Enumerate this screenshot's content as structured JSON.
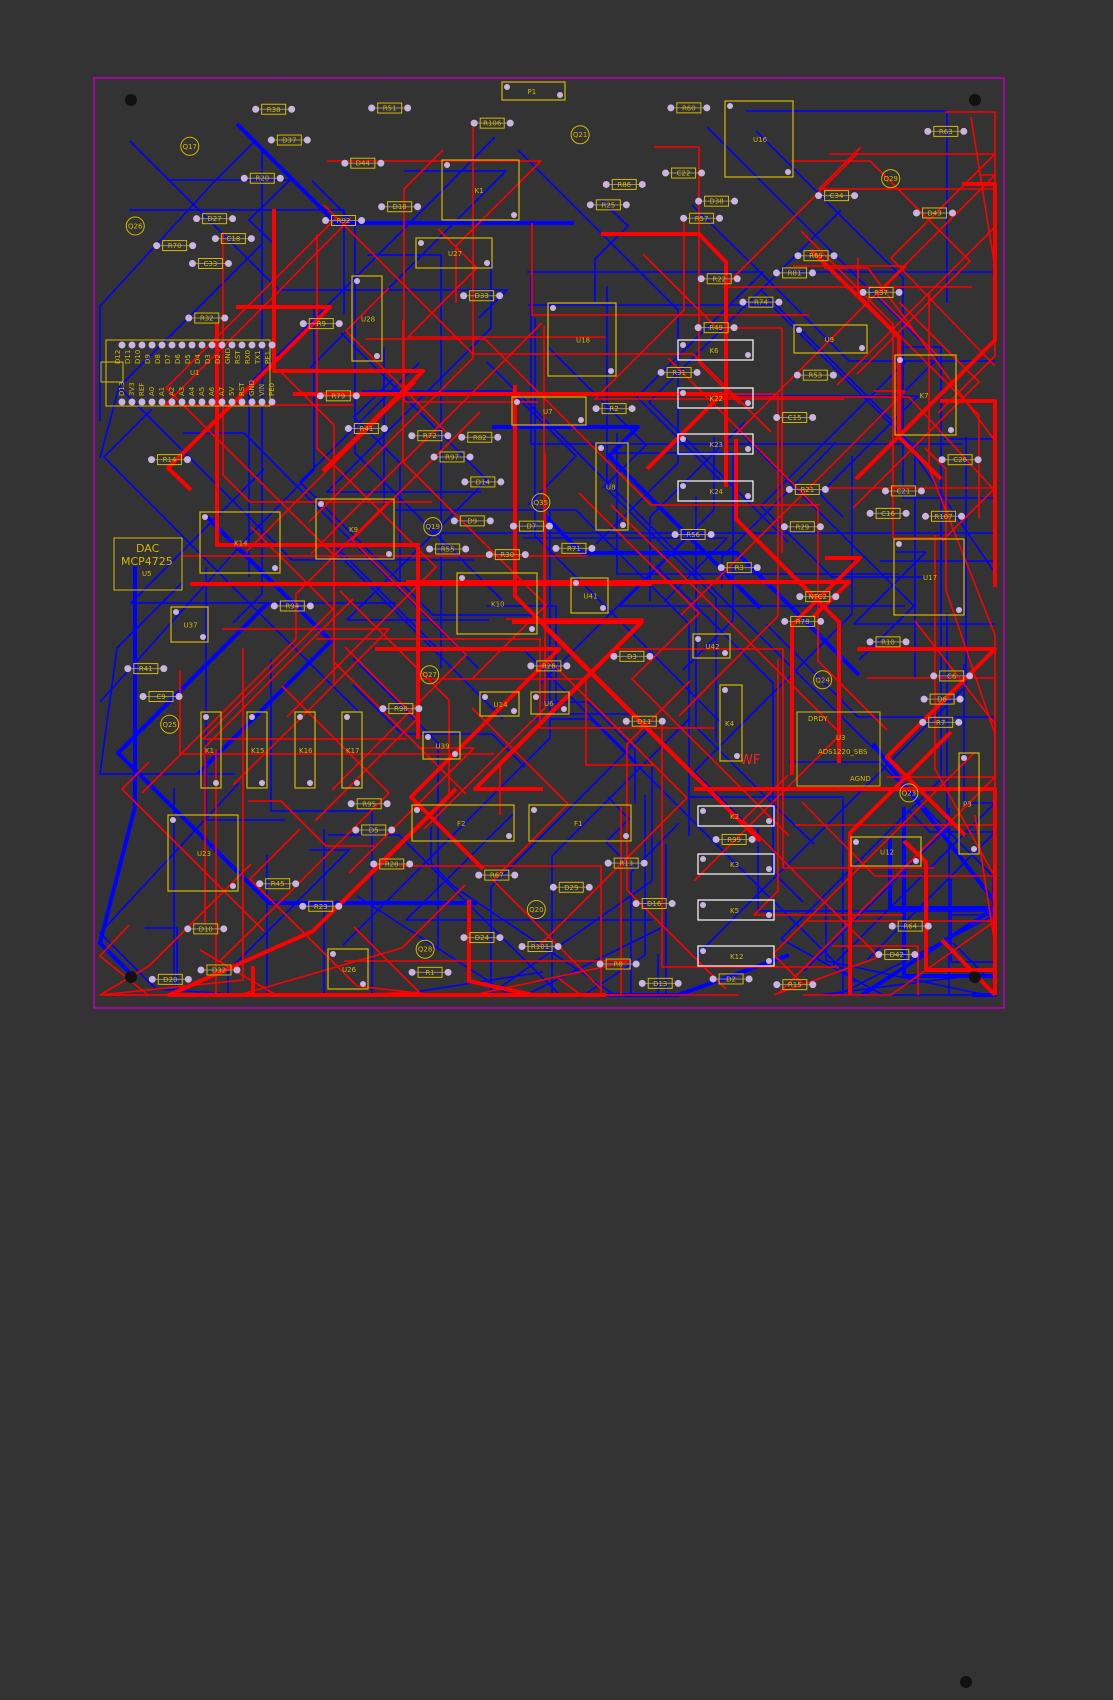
{
  "board": {
    "colors": {
      "background": "#333333",
      "outline": "#c000c0",
      "top_copper": "#ff0000",
      "bottom_copper": "#0000ff",
      "silkscreen": "#d4b800",
      "pad": "#c8b4dc"
    },
    "header_U1": {
      "ref": "U1",
      "top_pins": [
        "D12",
        "D11",
        "D10",
        "D9",
        "D8",
        "D7",
        "D6",
        "D5",
        "D4",
        "D3",
        "D2",
        "GND",
        "RST",
        "RX0",
        "TX1",
        "PE1"
      ],
      "bottom_pins": [
        "D13",
        "3V3",
        "REF",
        "A0",
        "A1",
        "A2",
        "A3",
        "A4",
        "A5",
        "A6",
        "A7",
        "5V",
        "RST",
        "GND",
        "VIN",
        "PE0"
      ]
    },
    "dac": {
      "line1": "DAC",
      "line2": "MCP4725",
      "ref": "U5"
    },
    "adc": {
      "ref": "U3",
      "name": "ADS1220_SBS",
      "pin_top": "DRDY",
      "pin_bottom": "AGND"
    },
    "labels_wf": [
      "WF"
    ],
    "components": [
      "K1",
      "U27",
      "U28",
      "U18",
      "U7",
      "U8",
      "K14",
      "K9",
      "K10",
      "U9",
      "U23",
      "U12",
      "U26",
      "F2",
      "F1",
      "P3",
      "P1",
      "K6",
      "K22",
      "K23",
      "K24",
      "K2",
      "K3",
      "K5",
      "K12",
      "K4",
      "K1",
      "K15",
      "K16",
      "K17",
      "U14",
      "U6",
      "U39",
      "U42",
      "U41",
      "U37",
      "U16",
      "U17",
      "K7"
    ],
    "parts": [
      "R31",
      "D13",
      "R45",
      "R81",
      "R41",
      "D14",
      "R69",
      "R55",
      "R107",
      "R74",
      "R67",
      "R53",
      "D38",
      "R86",
      "R49",
      "R97",
      "D24",
      "R106",
      "R92",
      "R60",
      "D33",
      "R29",
      "D11",
      "R30",
      "R101",
      "R10",
      "R41",
      "R95",
      "R94",
      "D10",
      "R32",
      "R28",
      "R15",
      "R13",
      "R51",
      "R56",
      "R57",
      "R98",
      "R72",
      "R79",
      "R7",
      "D7",
      "D27",
      "R1",
      "R9",
      "R8",
      "R3",
      "R2",
      "R64",
      "R14",
      "R63",
      "R82",
      "D2",
      "D3",
      "D5",
      "D29",
      "R23",
      "R22",
      "R20",
      "D16",
      "D37",
      "R26",
      "R25",
      "R21",
      "D18",
      "D20",
      "D9",
      "D6",
      "R71",
      "R70",
      "D32",
      "R78",
      "R99",
      "C6",
      "C15",
      "C16",
      "C9",
      "C18",
      "C26",
      "C21",
      "C22",
      "C33",
      "C34",
      "Q20",
      "Q25",
      "Q26",
      "Q24",
      "Q17",
      "Q29",
      "Q23",
      "Q28",
      "Q27",
      "Q35",
      "Q21",
      "Q19",
      "NTC2",
      "D42",
      "D43",
      "D44",
      "R38",
      "R37"
    ]
  }
}
